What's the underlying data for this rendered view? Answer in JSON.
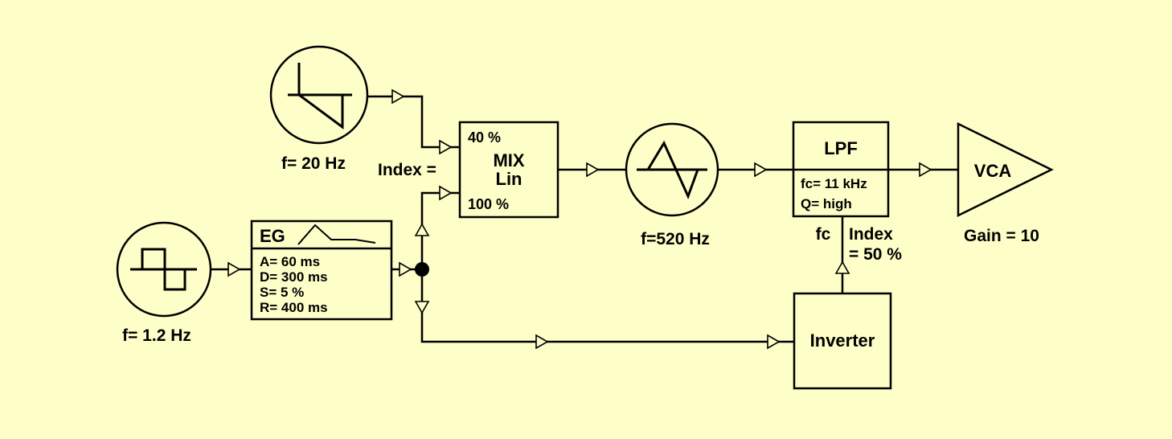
{
  "colors": {
    "background": "#FEFEC8",
    "ink": "#000000"
  },
  "osc_sawtooth": {
    "icon": "sawtooth-wave-icon",
    "label": "f= 20 Hz"
  },
  "osc_square": {
    "icon": "square-wave-icon",
    "label": "f= 1.2 Hz"
  },
  "osc_sine": {
    "icon": "sine-wave-icon",
    "label": "f=520 Hz"
  },
  "mix": {
    "index_label": "Index =",
    "top_pct": "40 %",
    "title1": "MIX",
    "title2": "Lin",
    "bottom_pct": "100 %"
  },
  "eg": {
    "title": "EG",
    "envelope_icon": "adsr-envelope-icon",
    "params": [
      "A= 60 ms",
      "D= 300 ms",
      "S= 5 %",
      "R= 400 ms"
    ]
  },
  "lpf": {
    "title": "LPF",
    "fc": "fc= 11 kHz",
    "q": "Q= high",
    "fc_input": "fc",
    "index_line1": "Index",
    "index_line2": "= 50 %"
  },
  "vca": {
    "title": "VCA",
    "gain": "Gain = 10"
  },
  "inverter": {
    "title": "Inverter"
  }
}
